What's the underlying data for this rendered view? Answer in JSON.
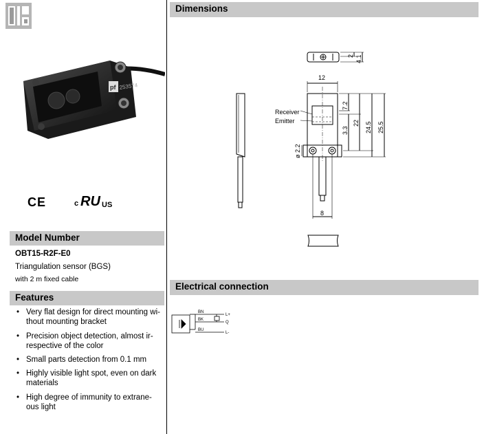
{
  "headers": {
    "dimensions": "Dimensions",
    "electrical": "Electrical connection",
    "model": "Model Number",
    "features": "Features"
  },
  "product": {
    "model_number": "OBT15-R2F-E0",
    "description": "Triangulation sensor (BGS)",
    "cable": "with 2 m fixed cable",
    "photo_label": "253574"
  },
  "certs": {
    "ce": "CE",
    "ul_c": "c",
    "ul_us": "US"
  },
  "features": [
    {
      "line1": "Very flat design for direct mounting wi-",
      "line2": "thout mounting bracket"
    },
    {
      "line1": "Precision object detection, almost ir-",
      "line2": "respective of the color"
    },
    {
      "line1": "Small parts detection from 0.1 mm",
      "line2": ""
    },
    {
      "line1": "Highly visible light spot, even on dark",
      "line2": "materials"
    },
    {
      "line1": "High degree of immunity to extrane-",
      "line2": "ous light"
    }
  ],
  "drawing": {
    "receiver": "Receiver",
    "emitter": "Emitter",
    "dim_top_2": "2",
    "dim_top_4_1": "4.1",
    "dim_width_12": "12",
    "dim_7_2": "7.2",
    "dim_3_3": "3.3",
    "dim_22": "22",
    "dim_24_5": "24.5",
    "dim_25_5": "25.5",
    "dim_hole": "ø 2.2",
    "dim_8": "8"
  },
  "wiring": {
    "bn": "BN",
    "bk": "BK",
    "bu": "BU",
    "lplus": "L+",
    "q": "Q",
    "lminus": "L-"
  }
}
